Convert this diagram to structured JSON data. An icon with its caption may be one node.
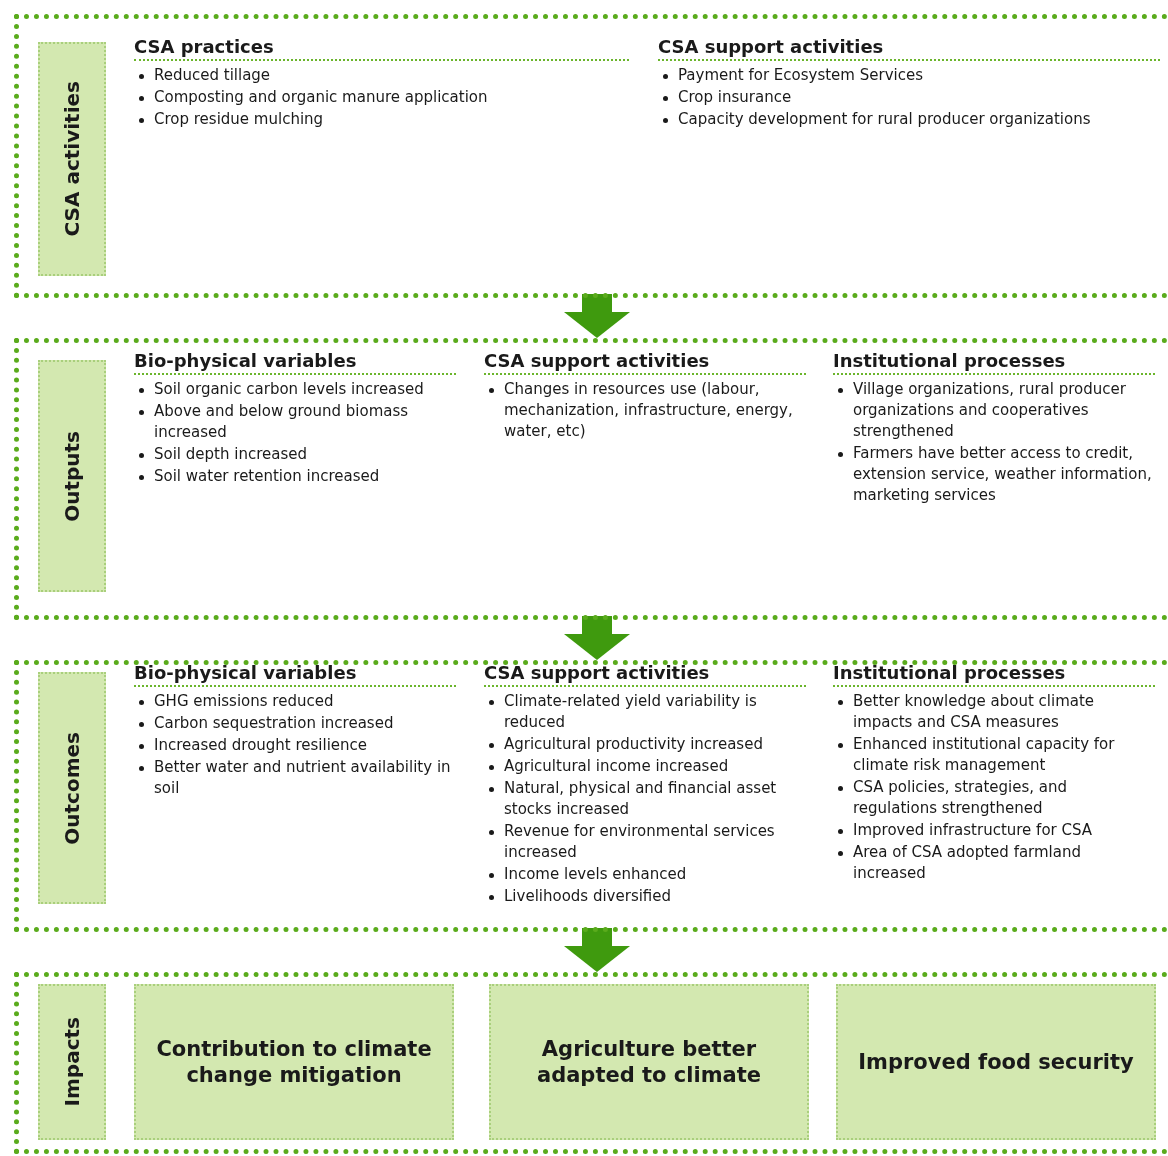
{
  "diagram": {
    "nodes": [
      {
        "text": [],
        "shape": "box"
      },
      {
        "text": [
          "CSA activities"
        ],
        "in": 0
      },
      {
        "text": [],
        "shape": "box"
      },
      {
        "text": [
          "Outputs"
        ],
        "in": 2
      },
      {
        "text": [],
        "shape": "box"
      },
      {
        "text": [
          "Outcomes"
        ],
        "in": 4
      },
      {
        "text": [],
        "shape": "box"
      },
      {
        "text": [
          "Impacts"
        ],
        "in": 6
      },
      {
        "text": [
          "Contribution to climate change mitigation"
        ],
        "in": 6
      },
      {
        "text": [
          "Agriculture better adapted to climate"
        ],
        "in": 6
      },
      {
        "text": [
          "Improved food security"
        ],
        "in": 6
      }
    ],
    "edges": [
      {
        "from": 0,
        "to": 2,
        "arrow": "to"
      },
      {
        "from": 2,
        "to": 4,
        "arrow": "to"
      },
      {
        "from": 4,
        "to": 6,
        "arrow": "to"
      }
    ],
    "labels": [
      "CSA practices",
      "Reduced tillage",
      "Composting and organic manure application",
      "Crop residue mulching",
      "CSA support activities",
      "Payment for Ecosystem Services",
      "Crop insurance",
      "Capacity development for rural producer organizations",
      "Bio-physical variables",
      "Soil organic carbon levels increased",
      "Above and below ground biomass increased",
      "Soil depth increased",
      "Soil water retention increased",
      "CSA support activities",
      "Changes in resources use (labour, mechanization, infrastructure, energy, water, etc)",
      "Institutional processes",
      "Village organizations, rural producer organizations and cooperatives strengthened",
      "Farmers have better access to credit, extension service, weather information, marketing services",
      "Bio-physical variables",
      "GHG emissions reduced",
      "Carbon sequestration increased",
      "Increased drought resilience",
      "Better water and nutrient availability in soil",
      "CSA support activities",
      "Climate-related yield variability is reduced",
      "Agricultural productivity increased",
      "Agricultural income increased",
      "Natural, physical and financial asset stocks increased",
      "Revenue for environmental services increased",
      "Income levels enhanced",
      "Livelihoods diversified",
      "Institutional processes",
      "Better knowledge about climate impacts and CSA measures",
      "Enhanced institutional capacity for climate risk management",
      "CSA policies, strategies, and regulations strengthened",
      "Improved infrastructure for CSA",
      "Area of CSA adopted farmland increased"
    ]
  }
}
